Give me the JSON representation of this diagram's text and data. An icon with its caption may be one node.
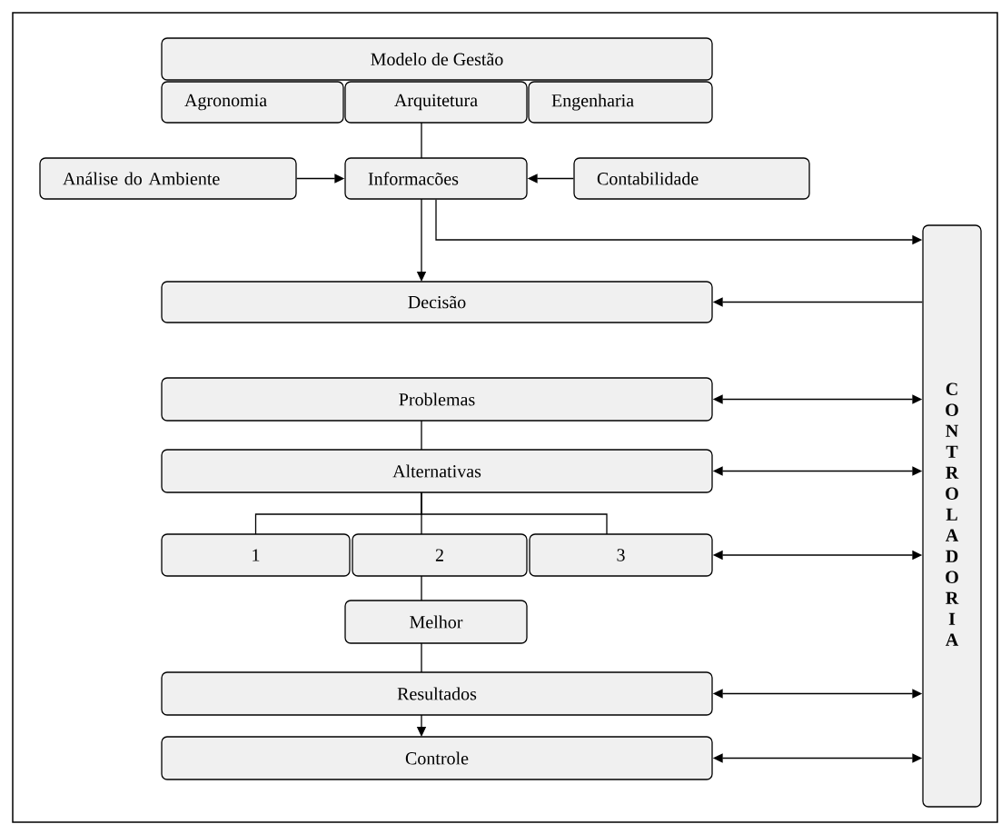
{
  "diagram": {
    "nodes": [
      {
        "text": [
          "Modelo de Gestão"
        ]
      },
      {
        "text": [
          "Agronomia"
        ]
      },
      {
        "text": [
          "Arquitetura"
        ]
      },
      {
        "text": [
          "Engenharia"
        ]
      },
      {
        "text": [
          "Análise do Ambiente"
        ]
      },
      {
        "text": [
          "Informacões"
        ]
      },
      {
        "text": [
          "Contabilidade"
        ]
      },
      {
        "text": [
          "Decisão"
        ]
      },
      {
        "text": [
          "CONTROLADORIA"
        ]
      },
      {
        "text": [
          "Problemas"
        ]
      },
      {
        "text": [
          "Alternativas"
        ]
      },
      {
        "text": [
          "1"
        ]
      },
      {
        "text": [
          "2"
        ]
      },
      {
        "text": [
          "3"
        ]
      },
      {
        "text": [
          "Melhor"
        ]
      },
      {
        "text": [
          "Resultados"
        ]
      },
      {
        "text": [
          "Controle"
        ]
      }
    ],
    "edges": [
      {
        "from": 2,
        "to": 5,
        "arrow": "none"
      },
      {
        "from": 4,
        "to": 5,
        "arrow": "to"
      },
      {
        "from": 6,
        "to": 5,
        "arrow": "to"
      },
      {
        "from": 5,
        "to": 7,
        "arrow": "to"
      },
      {
        "from": 5,
        "to": 8,
        "arrow": "to"
      },
      {
        "from": 8,
        "to": 7,
        "arrow": "to"
      },
      {
        "from": 9,
        "to": 8,
        "arrow": "both"
      },
      {
        "from": 9,
        "to": 10,
        "arrow": "none"
      },
      {
        "from": 10,
        "to": 8,
        "arrow": "both"
      },
      {
        "from": 10,
        "to": 11,
        "arrow": "none"
      },
      {
        "from": 10,
        "to": 12,
        "arrow": "none"
      },
      {
        "from": 10,
        "to": 13,
        "arrow": "none"
      },
      {
        "from": 13,
        "to": 8,
        "arrow": "both"
      },
      {
        "from": 12,
        "to": 14,
        "arrow": "none"
      },
      {
        "from": 14,
        "to": 15,
        "arrow": "none"
      },
      {
        "from": 15,
        "to": 8,
        "arrow": "both"
      },
      {
        "from": 15,
        "to": 16,
        "arrow": "to"
      },
      {
        "from": 16,
        "to": 8,
        "arrow": "both"
      }
    ]
  }
}
